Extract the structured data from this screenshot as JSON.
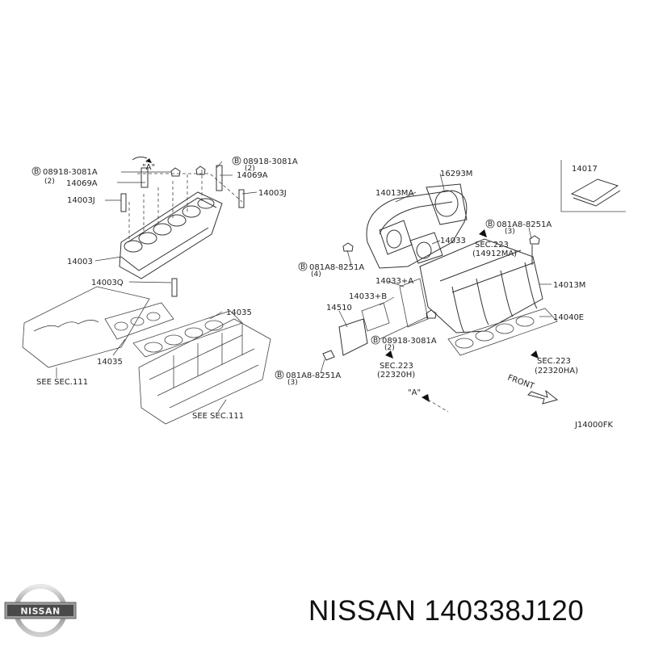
{
  "diagram": {
    "labels": {
      "b_08918_3081a_top_left": "08918-3081A",
      "qty_2_top_left": "(2)",
      "a_marker_top": "\"A\"",
      "b_08918_3081a_top_right": "08918-3081A",
      "qty_2_top_right": "(2)",
      "p14069a_left": "14069A",
      "p14069a_right": "14069A",
      "p14003j_left": "14003J",
      "p14003j_right": "14003J",
      "p14003": "14003",
      "p14003q": "14003Q",
      "p14035_top": "14035",
      "p14035_left": "14035",
      "see_sec111_left": "SEE SEC.111",
      "see_sec111_right": "SEE SEC.111",
      "p16293m": "16293M",
      "p14013ma": "14013MA",
      "p14033_upper": "14033",
      "p081a8_8251a_right": "081A8-8251A",
      "qty_3_right": "(3)",
      "sec223_14912ma": "SEC.223",
      "ref_14912ma": "(14912MA)",
      "p081a8_8251a_mid": "081A8-8251A",
      "qty_4_mid": "(4)",
      "p14033a": "14033+A",
      "p14033b": "14033+B",
      "p14510": "14510",
      "p08918_3081a_mid": "08918-3081A",
      "qty_2_mid": "(2)",
      "sec223_22320h": "SEC.223",
      "ref_22320h": "(22320H)",
      "p081a8_8251a_low": "081A8-8251A",
      "qty_3_low": "(3)",
      "a_marker_bottom": "\"A\"",
      "p14013m": "14013M",
      "p14040e": "14040E",
      "sec223_22320ha": "SEC.223",
      "ref_22320ha": "(22320HA)",
      "front": "FRONT",
      "p14017": "14017",
      "diagram_code": "J14000FK"
    }
  },
  "brand": {
    "logo_text": "NISSAN",
    "title": "NISSAN 140338J120"
  }
}
